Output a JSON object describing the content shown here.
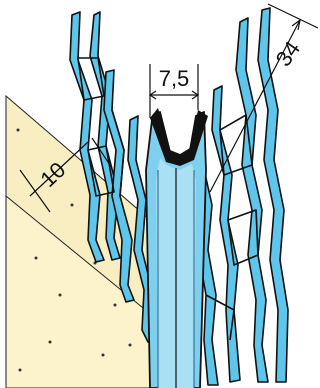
{
  "diagram": {
    "dimensions": {
      "mesh_width": "10",
      "profile_gap": "7,5",
      "total_depth": "34"
    },
    "colors": {
      "plaster": "#f8eec2",
      "wall_base": "#fcf3cc",
      "mesh": "#5ec6ea",
      "mesh_dark": "#2b7fae",
      "outline": "#111111",
      "background": "#ffffff"
    }
  }
}
